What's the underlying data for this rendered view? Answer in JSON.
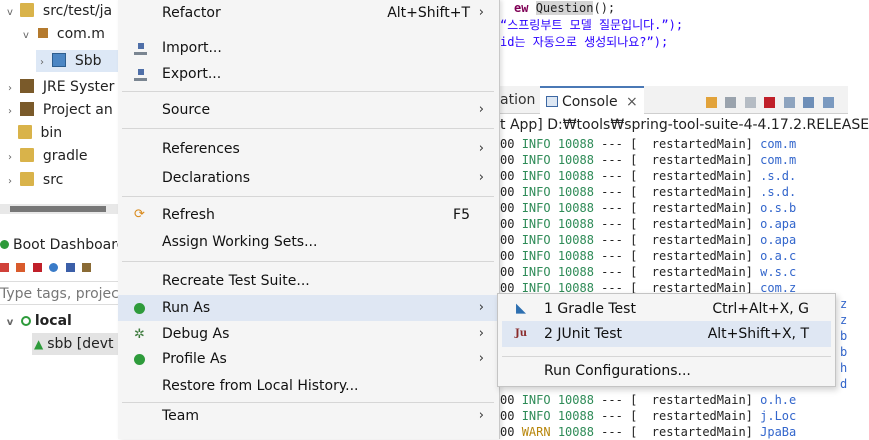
{
  "package_explorer": {
    "rows": [
      {
        "label": "src/test/ja",
        "indent": 4,
        "twisty": "v"
      },
      {
        "label": "com.m",
        "indent": 20,
        "twisty": "v"
      },
      {
        "label": "Sbb",
        "indent": 36,
        "twisty": ">"
      },
      {
        "label": "JRE Syster",
        "indent": 4,
        "twisty": ">"
      },
      {
        "label": "Project an",
        "indent": 4,
        "twisty": ">"
      },
      {
        "label": "bin",
        "indent": 18,
        "twisty": ""
      },
      {
        "label": "gradle",
        "indent": 4,
        "twisty": ">"
      },
      {
        "label": "src",
        "indent": 4,
        "twisty": ">"
      }
    ]
  },
  "boot_dashboard": {
    "title": "Boot Dashboard",
    "filter_placeholder": "Type tags, projec",
    "local_label": "local",
    "app_label": "sbb [devt"
  },
  "editor": {
    "lines": [
      {
        "kw": "ew",
        "hl": "Question",
        "rest": "();"
      },
      {
        "str": "“스프링부트 모델 질문입니다.”);"
      },
      {
        "str": "id는 자동으로 생성되나요?”);"
      }
    ]
  },
  "console": {
    "prev_tab": "ation",
    "tab_label": "Console",
    "tab_close": "×",
    "path": "t App] D:₩tools₩spring-tool-suite-4-4.17.2.RELEASE",
    "log": [
      {
        "prefix": "00",
        "level": "INFO",
        "pid": "10088",
        "thread": "restartedMain",
        "logger": "com.m"
      },
      {
        "prefix": "00",
        "level": "INFO",
        "pid": "10088",
        "thread": "restartedMain",
        "logger": "com.m"
      },
      {
        "prefix": "00",
        "level": "INFO",
        "pid": "10088",
        "thread": "restartedMain",
        "logger": ".s.d."
      },
      {
        "prefix": "00",
        "level": "INFO",
        "pid": "10088",
        "thread": "restartedMain",
        "logger": ".s.d."
      },
      {
        "prefix": "00",
        "level": "INFO",
        "pid": "10088",
        "thread": "restartedMain",
        "logger": "o.s.b"
      },
      {
        "prefix": "00",
        "level": "INFO",
        "pid": "10088",
        "thread": "restartedMain",
        "logger": "o.apa"
      },
      {
        "prefix": "00",
        "level": "INFO",
        "pid": "10088",
        "thread": "restartedMain",
        "logger": "o.apa"
      },
      {
        "prefix": "00",
        "level": "INFO",
        "pid": "10088",
        "thread": "restartedMain",
        "logger": "o.a.c"
      },
      {
        "prefix": "00",
        "level": "INFO",
        "pid": "10088",
        "thread": "restartedMain",
        "logger": "w.s.c"
      },
      {
        "prefix": "00",
        "level": "INFO",
        "pid": "10088",
        "thread": "restartedMain",
        "logger": "com.z"
      },
      {
        "prefix": "",
        "level": "",
        "pid": "",
        "thread": "",
        "logger": "z"
      },
      {
        "prefix": "",
        "level": "",
        "pid": "",
        "thread": "",
        "logger": "z"
      },
      {
        "prefix": "",
        "level": "",
        "pid": "",
        "thread": "",
        "logger": "b"
      },
      {
        "prefix": "",
        "level": "",
        "pid": "",
        "thread": "",
        "logger": "b"
      },
      {
        "prefix": "",
        "level": "",
        "pid": "",
        "thread": "",
        "logger": "h"
      },
      {
        "prefix": "",
        "level": "",
        "pid": "",
        "thread": "",
        "logger": "d"
      },
      {
        "prefix": "00",
        "level": "INFO",
        "pid": "10088",
        "thread": "restartedMain",
        "logger": "o.h.e"
      },
      {
        "prefix": "00",
        "level": "INFO",
        "pid": "10088",
        "thread": "restartedMain",
        "logger": "j.Loc"
      },
      {
        "prefix": "00",
        "level": "WARN",
        "pid": "10088",
        "thread": "restartedMain",
        "logger": "JpaBa"
      }
    ]
  },
  "context_menu": {
    "items": [
      {
        "label": "Refactor",
        "shortcut": "Alt+Shift+T",
        "submenu": true,
        "icon": ""
      },
      {
        "label": "Import...",
        "shortcut": "",
        "submenu": false,
        "icon": "import-icon"
      },
      {
        "label": "Export...",
        "shortcut": "",
        "submenu": false,
        "icon": "export-icon"
      },
      {
        "label": "Source",
        "shortcut": "",
        "submenu": true,
        "icon": ""
      },
      {
        "label": "References",
        "shortcut": "",
        "submenu": true,
        "icon": ""
      },
      {
        "label": "Declarations",
        "shortcut": "",
        "submenu": true,
        "icon": ""
      },
      {
        "label": "Refresh",
        "shortcut": "F5",
        "submenu": false,
        "icon": "refresh-icon"
      },
      {
        "label": "Assign Working Sets...",
        "shortcut": "",
        "submenu": false,
        "icon": ""
      },
      {
        "label": "Recreate Test Suite...",
        "shortcut": "",
        "submenu": false,
        "icon": ""
      },
      {
        "label": "Run As",
        "shortcut": "",
        "submenu": true,
        "icon": "run-icon"
      },
      {
        "label": "Debug As",
        "shortcut": "",
        "submenu": true,
        "icon": "debug-icon"
      },
      {
        "label": "Profile As",
        "shortcut": "",
        "submenu": true,
        "icon": "profile-icon"
      },
      {
        "label": "Restore from Local History...",
        "shortcut": "",
        "submenu": false,
        "icon": ""
      },
      {
        "label": "Team",
        "shortcut": "",
        "submenu": true,
        "icon": ""
      }
    ]
  },
  "run_as_submenu": {
    "items": [
      {
        "label": "1 Gradle Test",
        "shortcut": "Ctrl+Alt+X, G",
        "icon": "gradle-icon"
      },
      {
        "label": "2 JUnit Test",
        "shortcut": "Alt+Shift+X, T",
        "icon": "junit-icon",
        "icon_text": "Ju"
      },
      {
        "label": "Run Configurations...",
        "shortcut": "",
        "icon": ""
      }
    ]
  },
  "colors": {
    "menu_bg": "#f5f5f5",
    "hover_bg": "#dfe7f3",
    "run_icon": "#2e9b3b",
    "info_color": "#2e8b57",
    "logger_color": "#3366cc"
  }
}
